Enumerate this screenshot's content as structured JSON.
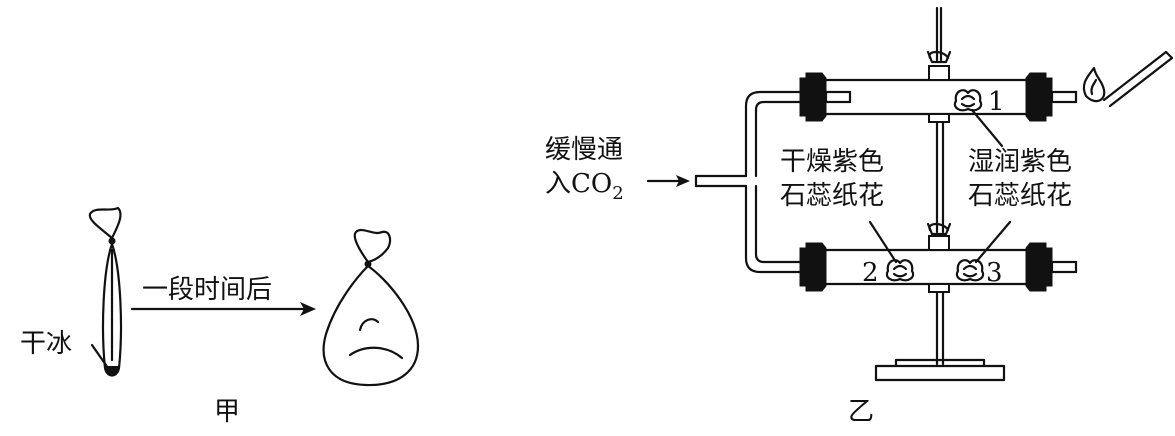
{
  "figure_left": {
    "caption": "甲",
    "dry_ice_label": "干冰",
    "arrow_label": "一段时间后"
  },
  "figure_right": {
    "caption": "乙",
    "inlet_label_line1": "缓慢通",
    "inlet_label_line2_prefix": "入CO",
    "inlet_label_subscript": "2",
    "dry_flower_label_line1": "干燥紫色",
    "dry_flower_label_line2": "石蕊纸花",
    "wet_flower_label_line1": "湿润紫色",
    "wet_flower_label_line2": "石蕊纸花",
    "marker_1": "1",
    "marker_2": "2",
    "marker_3": "3"
  }
}
